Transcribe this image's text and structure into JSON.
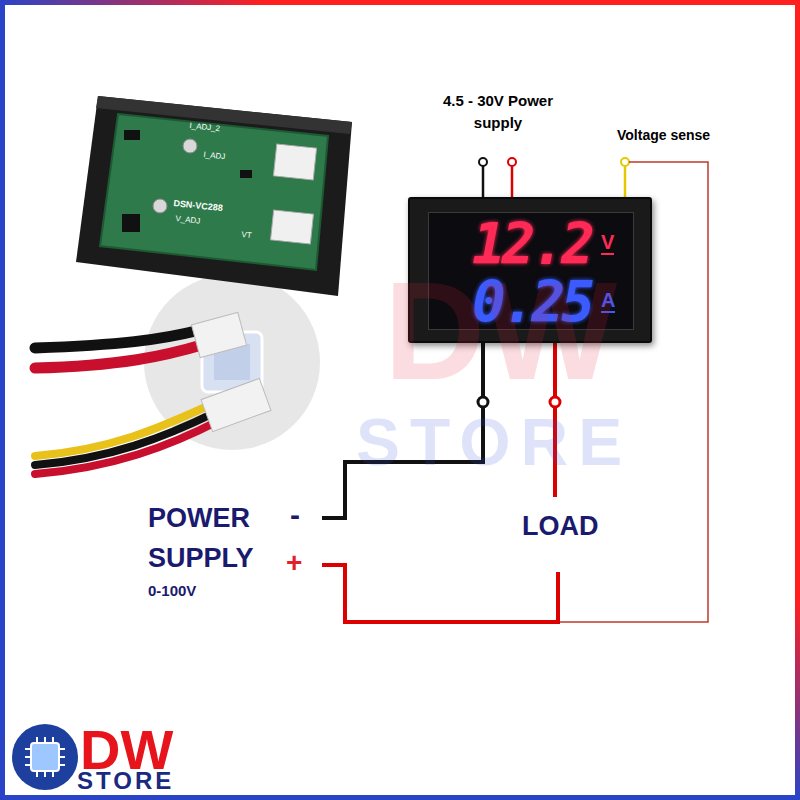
{
  "diagram": {
    "nodes": [
      {
        "text": [
          "12.2",
          "V",
          "0.25",
          "A"
        ]
      }
    ],
    "labels": [
      "I_ADJ_2",
      "I_ADJ",
      "DSN-VC288",
      "V_ADJ",
      "VT",
      "4.5 - 30V Power supply",
      "Voltage sense",
      "POWER SUPPLY",
      "-",
      "+",
      "0-100V",
      "LOAD",
      "DW",
      "STORE",
      "DW",
      "STORE"
    ]
  }
}
